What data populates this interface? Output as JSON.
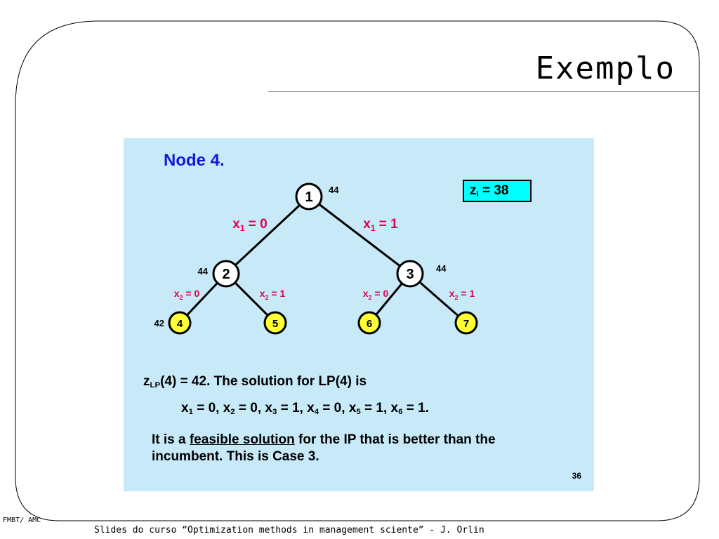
{
  "slide": {
    "title": "Exemplo",
    "footer_left": "FMBT/ AMC",
    "footer_center": "Slides do curso “Optimization methods in management sciente” - J. Orlin"
  },
  "inset": {
    "heading": "Node 4.",
    "zi_box": {
      "prefix": "z",
      "sub": "i",
      "rest": " = 38"
    },
    "page_number": "36",
    "colors": {
      "background": "#c8eaf8",
      "heading": "#1616d6",
      "branch_label": "#e3004f",
      "zi_box": "#00ffff",
      "highlight_node": "#ffff33"
    },
    "tree": {
      "nodes": [
        {
          "id": "1",
          "bound": "44",
          "fill": "white"
        },
        {
          "id": "2",
          "bound": "44",
          "fill": "white"
        },
        {
          "id": "3",
          "bound": "44",
          "fill": "white"
        },
        {
          "id": "4",
          "bound": "42",
          "fill": "yellow"
        },
        {
          "id": "5",
          "bound": "",
          "fill": "yellow"
        },
        {
          "id": "6",
          "bound": "",
          "fill": "yellow"
        },
        {
          "id": "7",
          "bound": "",
          "fill": "yellow"
        }
      ],
      "edges": [
        {
          "from": "1",
          "to": "2",
          "var": "x",
          "sub": "1",
          "value": "0"
        },
        {
          "from": "1",
          "to": "3",
          "var": "x",
          "sub": "1",
          "value": "1"
        },
        {
          "from": "2",
          "to": "4",
          "var": "x",
          "sub": "2",
          "value": "0"
        },
        {
          "from": "2",
          "to": "5",
          "var": "x",
          "sub": "2",
          "value": "1"
        },
        {
          "from": "3",
          "to": "6",
          "var": "x",
          "sub": "2",
          "value": "0"
        },
        {
          "from": "3",
          "to": "7",
          "var": "x",
          "sub": "2",
          "value": "1"
        }
      ]
    },
    "text": {
      "line1_z": "z",
      "line1_sub": "LP",
      "line1_rest": "(4) = 42.  The solution for LP(4) is",
      "solution": [
        {
          "var": "x",
          "sub": "1",
          "value": "0"
        },
        {
          "var": "x",
          "sub": "2",
          "value": "0"
        },
        {
          "var": "x",
          "sub": "3",
          "value": "1"
        },
        {
          "var": "x",
          "sub": "4",
          "value": "0"
        },
        {
          "var": "x",
          "sub": "5",
          "value": "1"
        },
        {
          "var": "x",
          "sub": "6",
          "value": "1"
        }
      ],
      "line3_before": "It is a ",
      "line3_underlined": "feasible solution",
      "line3_after": " for the IP that is better than the",
      "line4": "incumbent.  This is Case 3."
    }
  }
}
